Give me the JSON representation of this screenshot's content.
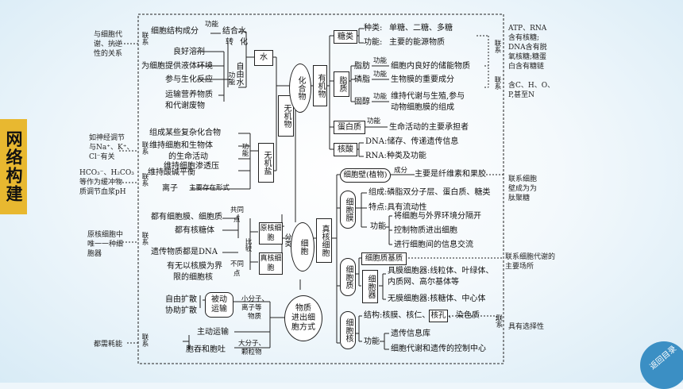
{
  "sidebar_tag": "网络构建",
  "back_button_label": "返回目录",
  "center": "细胞",
  "left_notes": {
    "n1": [
      "与细胞代",
      "谢、抗逆",
      "性的关系"
    ],
    "n2": [
      "如神经调节",
      "与Na⁺、K⁺、",
      "Cl⁻有关"
    ],
    "n3": [
      "HCO₃⁻、H₂CO₃",
      "等作为缓冲物",
      "质调节血浆pH"
    ],
    "n4": [
      "原核细胞中",
      "唯一一种细",
      "胞器"
    ],
    "n5": "都需耗能"
  },
  "link_label": "联系",
  "right_notes": {
    "r1": [
      "ATP、RNA",
      "含有核糖;",
      "DNA含有脱",
      "氧核糖;糖蛋",
      "白含有糖链"
    ],
    "r2": [
      "含C、H、O、",
      "P,甚至N"
    ],
    "r3": [
      "联系细胞",
      "壁成为为",
      "肽聚糖"
    ],
    "r4": [
      "联系细胞代谢的",
      "主要场所"
    ],
    "r5": "具有选择性"
  },
  "water": {
    "node": "水",
    "free_bound": [
      "细胞结构成分",
      "结合水",
      "功能",
      "转",
      "化"
    ],
    "free_fn": [
      "良好溶剂",
      "为细胞提供液体环境",
      "参与生化反应",
      "运输营养物质",
      "和代谢废物"
    ],
    "free_label": "功能",
    "free_water": "自由水"
  },
  "salt": {
    "node": "无机盐",
    "fn_items": [
      "组成某些复杂化合物",
      "维持细胞和生物体",
      "的生命活动",
      "维持细胞渗透压",
      "维持酸碱平衡"
    ],
    "fn_label": "功能",
    "ion": "离子",
    "ion_form": "主要存在形式"
  },
  "inorganic": "无机物",
  "compound": "化合物",
  "organic": "有机物",
  "sugar": {
    "node": "糖类",
    "kinds_label": "种类:",
    "kinds": "单糖、二糖、多糖",
    "fn_label": "功能:",
    "fn": "主要的能源物质"
  },
  "lipid": {
    "node": "脂质",
    "fat": "脂肪",
    "pl": "磷脂",
    "st": "固醇",
    "fn": "功能",
    "fat_fn": "细胞内良好的储能物质",
    "pl_fn": "生物膜的重要成分",
    "st_fn": [
      "维持代谢与生殖,参与",
      "动物细胞膜的组成"
    ]
  },
  "protein": {
    "node": "蛋白质",
    "fn": "功能",
    "desc": "生命活动的主要承担者"
  },
  "nucleic": {
    "node": "核酸",
    "dna": "DNA:储存、传递遗传信息",
    "rna": "RNA:种类及功能"
  },
  "classify": "分类",
  "prok": "原核细胞",
  "euk_small": "真核细胞",
  "euk": "真核细胞",
  "compare": {
    "common": [
      "共同",
      "点"
    ],
    "diff": [
      "不同",
      "点"
    ],
    "label": "比较",
    "c1": "都有细胞膜、细胞质",
    "c2": "都有核糖体",
    "c3": "遗传物质都是DNA",
    "d1": [
      "有无以核膜为界",
      "限的细胞核"
    ]
  },
  "wall": {
    "node": "细胞壁(植物)",
    "comp": "成分",
    "desc": "主要是纤维素和果胶"
  },
  "membrane": {
    "node": "细胞膜",
    "comp": "组成:磷脂双分子层、蛋白质、糖类",
    "feat": "特点:具有流动性",
    "fn": "功能",
    "fns": [
      "将细胞与外界环境分隔开",
      "控制物质进出细胞",
      "进行细胞间的信息交流"
    ]
  },
  "cytoplasm": {
    "node": "细胞质",
    "matrix": "细胞质基质",
    "organelle": "细胞器",
    "mem": [
      "具膜细胞器:线粒体、叶绿体、",
      "内质网、高尔基体等"
    ],
    "nomem": "无膜细胞器:核糖体、中心体"
  },
  "nucleus": {
    "node": "细胞核",
    "struct": "结构:核膜、核仁、",
    "pore": "核孔",
    "chrom": "、染色质",
    "fn": "功能",
    "f1": "遗传信息库",
    "f2": "细胞代谢和遗传的控制中心"
  },
  "transport": {
    "node": [
      "物质",
      "进出细",
      "胞方式"
    ],
    "passive": [
      "被动",
      "运输"
    ],
    "free": "自由扩散",
    "facil": "协助扩散",
    "small": [
      "小分子、",
      "离子等",
      "物质"
    ],
    "active": "主动运输",
    "endo": "胞吞和胞吐",
    "large": [
      "大分子、",
      "颗粒物"
    ]
  }
}
